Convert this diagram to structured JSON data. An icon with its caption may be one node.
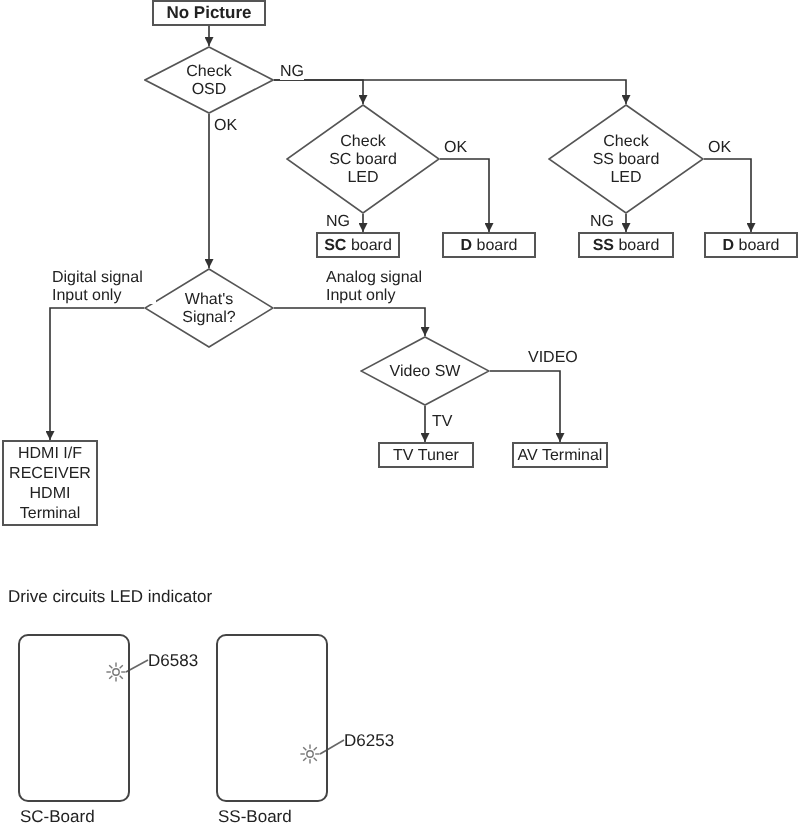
{
  "diagram": {
    "nodes": [
      {
        "text": [
          "No Picture"
        ]
      },
      {
        "text": [
          "Check OSD"
        ]
      },
      {
        "text": [
          "Check SC board LED"
        ]
      },
      {
        "text": [
          "**SC** board"
        ]
      },
      {
        "text": [
          "**D** board"
        ]
      },
      {
        "text": [
          "Check SS board LED"
        ]
      },
      {
        "text": [
          "**SS** board"
        ]
      },
      {
        "text": [
          "**D** board"
        ]
      },
      {
        "text": [
          "What's Signal?"
        ]
      },
      {
        "text": [
          "HDMI I/F RECEIVER HDMI Terminal"
        ]
      },
      {
        "text": [
          "Video SW"
        ]
      },
      {
        "text": [
          "TV Tuner"
        ]
      },
      {
        "text": [
          "AV Terminal"
        ]
      },
      {
        "text": [
          "SC-Board"
        ]
      },
      {
        "text": [],
        "shape": "star",
        "in": 13
      },
      {
        "text": [
          "D6583"
        ]
      },
      {
        "text": [
          "SS-Board"
        ]
      },
      {
        "text": [],
        "shape": "star",
        "in": 16
      },
      {
        "text": [
          "D6253"
        ]
      }
    ],
    "edges": [
      {
        "from": 0,
        "to": 1,
        "arrow": "to"
      },
      {
        "from": 1,
        "to": 2,
        "arrow": "to",
        "label": "NG"
      },
      {
        "from": 1,
        "to": 5,
        "arrow": "to"
      },
      {
        "from": 1,
        "to": 8,
        "arrow": "to",
        "label": "OK"
      },
      {
        "from": 2,
        "to": 3,
        "arrow": "to",
        "label": "NG"
      },
      {
        "from": 2,
        "to": 4,
        "arrow": "to",
        "label": "OK"
      },
      {
        "from": 5,
        "to": 6,
        "arrow": "to",
        "label": "NG"
      },
      {
        "from": 5,
        "to": 7,
        "arrow": "to",
        "label": "OK"
      },
      {
        "from": 8,
        "to": 9,
        "arrow": "to",
        "label": "Digital signal Input only"
      },
      {
        "from": 8,
        "to": 10,
        "arrow": "to",
        "label": "Analog signal Input only"
      },
      {
        "from": 10,
        "to": 11,
        "arrow": "to",
        "label": "TV"
      },
      {
        "from": 10,
        "to": 12,
        "arrow": "to",
        "label": "VIDEO"
      },
      {
        "from": 15,
        "to": 14,
        "arrow": "none"
      },
      {
        "from": 18,
        "to": 17,
        "arrow": "none"
      }
    ],
    "labels": [
      "Drive circuits LED indicator"
    ]
  }
}
